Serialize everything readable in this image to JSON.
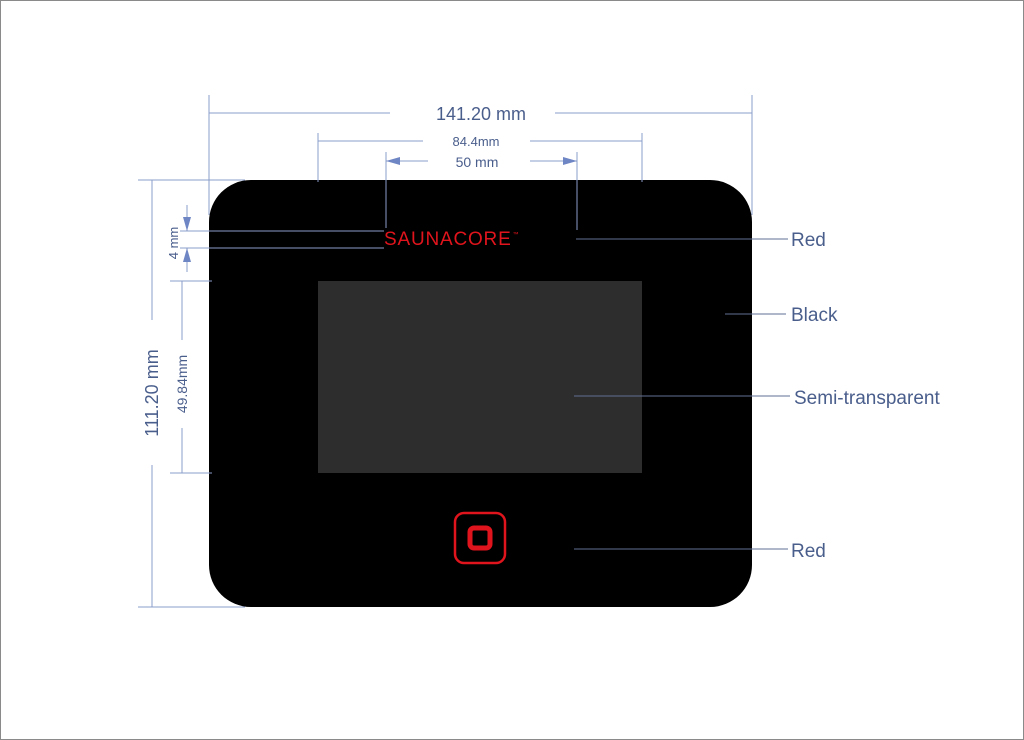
{
  "colors": {
    "dimension_line": "#8a9cc8",
    "dimension_text": "#4a5e8c",
    "body": "#000000",
    "screen": "#2d2d2d",
    "accent_red": "#e0141c",
    "leader_line": "#5f6f94"
  },
  "device": {
    "brand_logo": "SAUNACORE",
    "trademark": "™",
    "button_icon": "power-square-icon"
  },
  "dimensions": {
    "overall_width": "141.20 mm",
    "screen_width": "84.4mm",
    "logo_width": "50 mm",
    "logo_height": "4 mm",
    "overall_height": "111.20 mm",
    "screen_height": "49.84mm"
  },
  "callouts": [
    {
      "label": "Red",
      "target": "logo"
    },
    {
      "label": "Black",
      "target": "body"
    },
    {
      "label": "Semi-transparent",
      "target": "screen"
    },
    {
      "label": "Red",
      "target": "button"
    }
  ]
}
